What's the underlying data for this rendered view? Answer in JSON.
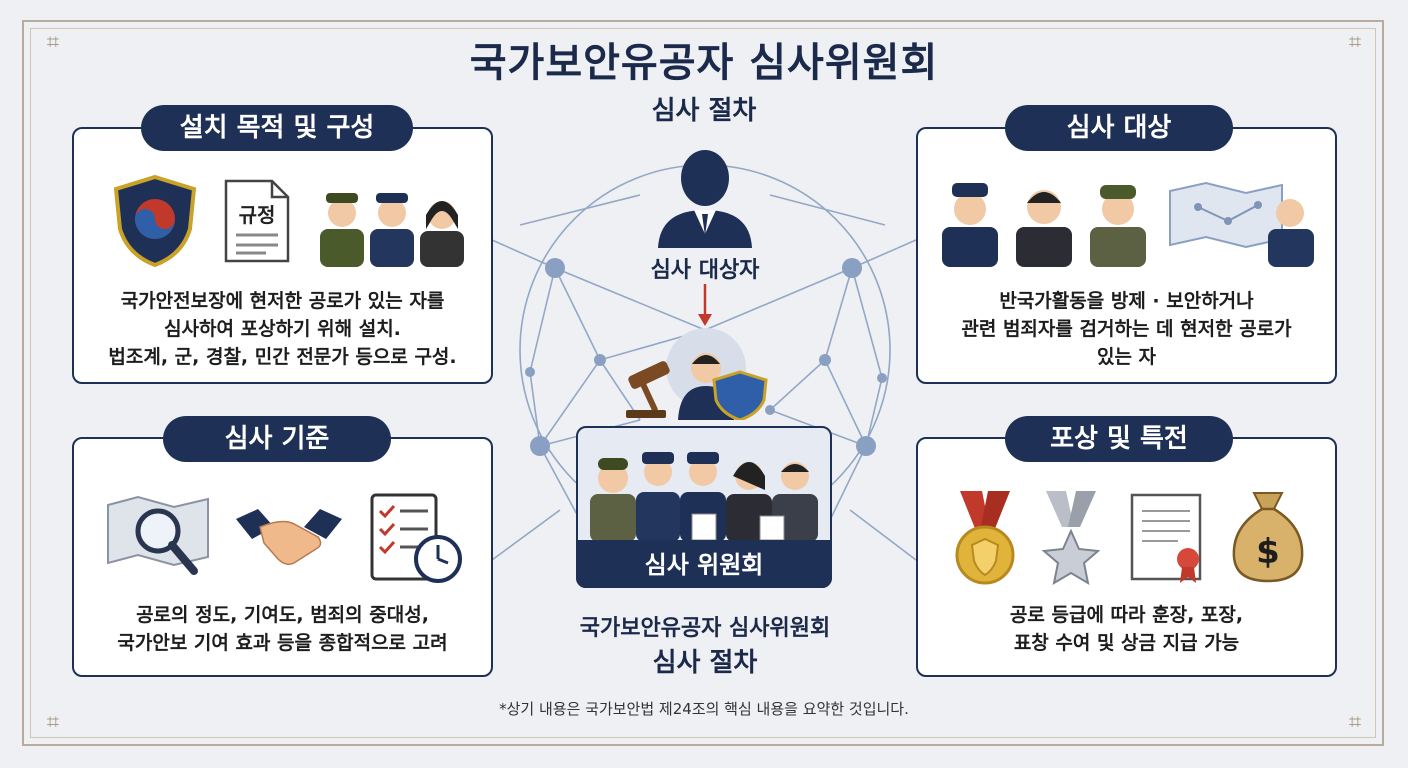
{
  "title": "국가보안유공자 심사위원회",
  "subtitle": "심사 절차",
  "panels": {
    "purpose": {
      "heading": "설치 목적 및 구성",
      "doc_label": "규정",
      "text": [
        "국가안전보장에 현저한 공로가 있는 자를",
        "심사하여 포상하기 위해 설치.",
        "법조계, 군, 경찰, 민간 전문가 등으로 구성."
      ]
    },
    "target": {
      "heading": "심사 대상",
      "text": [
        "반국가활동을 방제 · 보안하거나",
        "관련 범죄자를 검거하는 데 현저한 공로가",
        "있는 자"
      ]
    },
    "criteria": {
      "heading": "심사 기준",
      "text": [
        "공로의 정도, 기여도, 범죄의 중대성,",
        "국가안보 기여 효과 등을 종합적으로 고려"
      ]
    },
    "reward": {
      "heading": "포상 및 특전",
      "text": [
        "공로 등급에 따라 훈장, 포장,",
        "표창 수여 및 상금 지급 가능"
      ]
    }
  },
  "center": {
    "subject_label": "심사 대상자",
    "committee_label": "심사 위원회",
    "caption_line1": "국가보안유공자 심사위원회",
    "caption_line2": "심사 절차"
  },
  "footnote": "*상기 내용은 국가보안법 제24조의 핵심 내용을 요약한 것입니다.",
  "colors": {
    "navy": "#1f3057",
    "network": "#7f95b8",
    "background": "#eef0f3",
    "gold": "#e0b43a",
    "red": "#c0392b"
  }
}
